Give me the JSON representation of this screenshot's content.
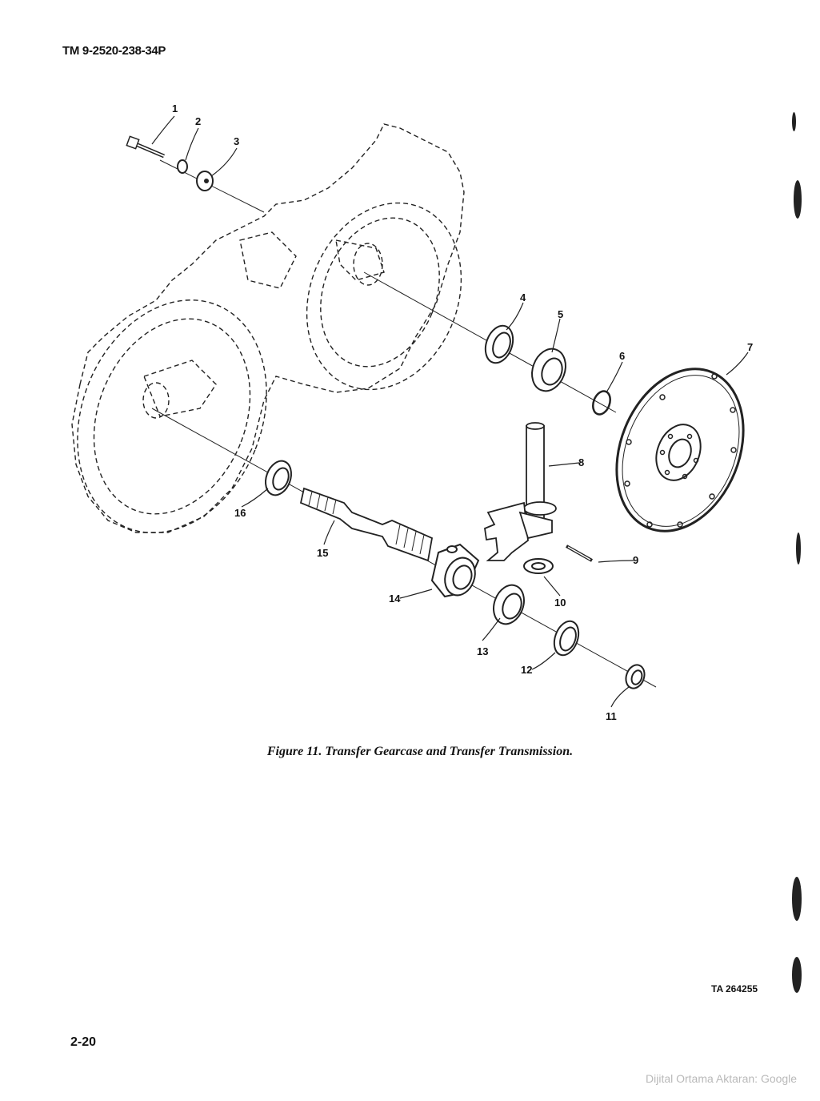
{
  "header": {
    "doc_id": "TM 9-2520-238-34P"
  },
  "figure": {
    "caption": "Figure 11. Transfer Gearcase and Transfer Transmission.",
    "callouts": [
      "1",
      "2",
      "3",
      "4",
      "5",
      "6",
      "7",
      "8",
      "9",
      "10",
      "11",
      "12",
      "13",
      "14",
      "15",
      "16"
    ],
    "art_number": "TA 264255"
  },
  "footer": {
    "page_number": "2-20",
    "watermark": "Dijital Ortama Aktaran: Google"
  }
}
